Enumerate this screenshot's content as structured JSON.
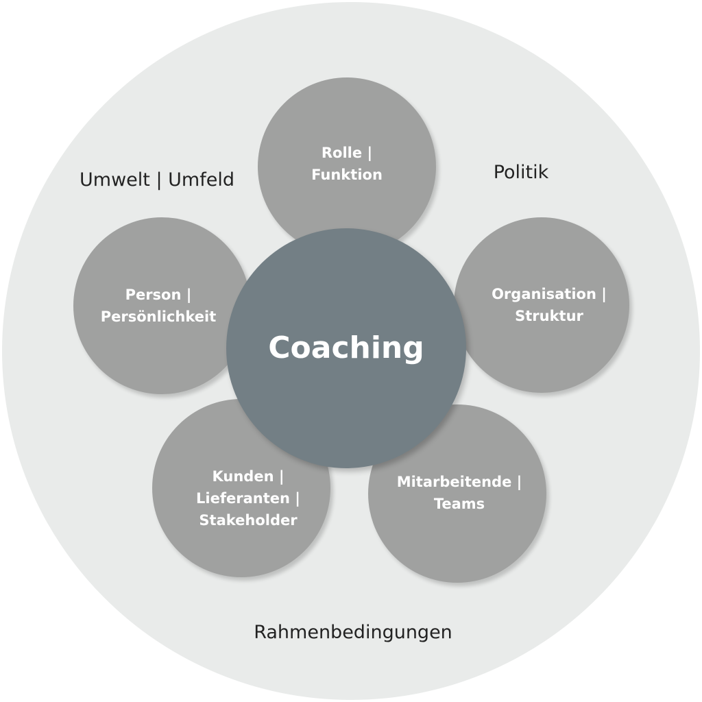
{
  "center": {
    "label": "Coaching"
  },
  "satellites": [
    {
      "label": "Rolle |\nFunktion"
    },
    {
      "label": "Person |\nPersönlichkeit"
    },
    {
      "label": "Organisation |\nStruktur"
    },
    {
      "label": "Kunden |\nLieferanten |\nStakeholder"
    },
    {
      "label": "Mitarbeitende |\nTeams"
    }
  ],
  "context_labels": {
    "top_left": "Umwelt | Umfeld",
    "top_right": "Politik",
    "bottom": "Rahmenbedingungen"
  },
  "colors": {
    "background": "#e9ebea",
    "satellite": "#a0a1a0",
    "center": "#737f85"
  }
}
